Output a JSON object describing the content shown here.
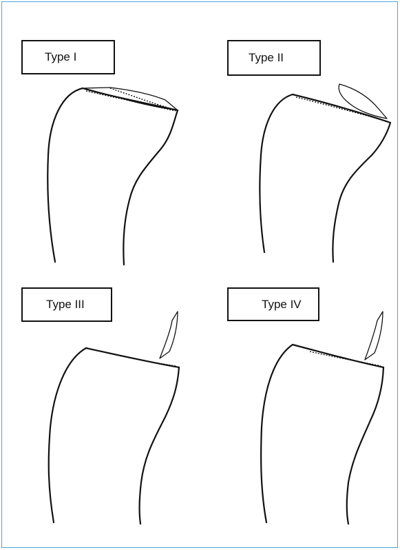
{
  "figure": {
    "panels": [
      {
        "label": "Type I"
      },
      {
        "label": "Type II"
      },
      {
        "label": "Type III"
      },
      {
        "label": "Type IV"
      }
    ],
    "colors": {
      "frame": "#4aa3d8",
      "line": "#111111"
    }
  }
}
